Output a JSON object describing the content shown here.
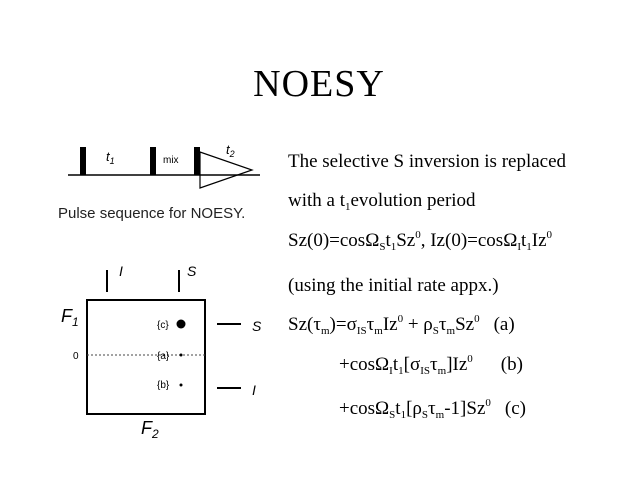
{
  "title": "NOESY",
  "pulse_diagram": {
    "labels": {
      "t1": "t",
      "t1_sub": "1",
      "mix": "mix",
      "t2": "t",
      "t2_sub": "2"
    },
    "caption": "Pulse sequence for NOESY."
  },
  "spectrum_diagram": {
    "top_axis": {
      "I": "I",
      "S": "S"
    },
    "side_axis": {
      "S": "S",
      "I": "I"
    },
    "axes": {
      "F1": "F",
      "F1_sub": "1",
      "F2": "F",
      "F2_sub": "2",
      "zero": "0"
    },
    "peaks": {
      "c": "{c}",
      "a": "{a}",
      "b": "{b}"
    }
  },
  "text": {
    "line1": "The selective S inversion is replaced",
    "line2": {
      "a": "with a t",
      "b": "1",
      "c": "evolution period"
    },
    "line3": {
      "p1": "Sz(0)=cosΩ",
      "p2": "S",
      "p3": "t",
      "p4": "1",
      "p5": "Sz",
      "p6": "0",
      "p7": ", Iz(0)=cosΩ",
      "p8": "I",
      "p9": "t",
      "p10": "1",
      "p11": "Iz",
      "p12": "0"
    },
    "line4": "(using the initial rate appx.)",
    "line5": {
      "p1": "Sz(τ",
      "p2": "m",
      "p3": ")=σ",
      "p4": "IS",
      "p5": "τ",
      "p6": "m",
      "p7": "Iz",
      "p8": "0",
      "p9": " + ρ",
      "p10": "S",
      "p11": "τ",
      "p12": "m",
      "p13": "Sz",
      "p14": "0",
      "p15": "(a)"
    },
    "line6": {
      "p1": "+cosΩ",
      "p2": "I",
      "p3": "t",
      "p4": "1",
      "p5": "[σ",
      "p6": "IS",
      "p7": "τ",
      "p8": "m",
      "p9": "]Iz",
      "p10": "0",
      "p11": "(b)"
    },
    "line7": {
      "p1": "+cosΩ",
      "p2": "S",
      "p3": "t",
      "p4": "1",
      "p5": "[ρ",
      "p6": "S",
      "p7": "τ",
      "p8": "m",
      "p9": "-1]Sz",
      "p10": "0",
      "p11": "(c)"
    }
  }
}
